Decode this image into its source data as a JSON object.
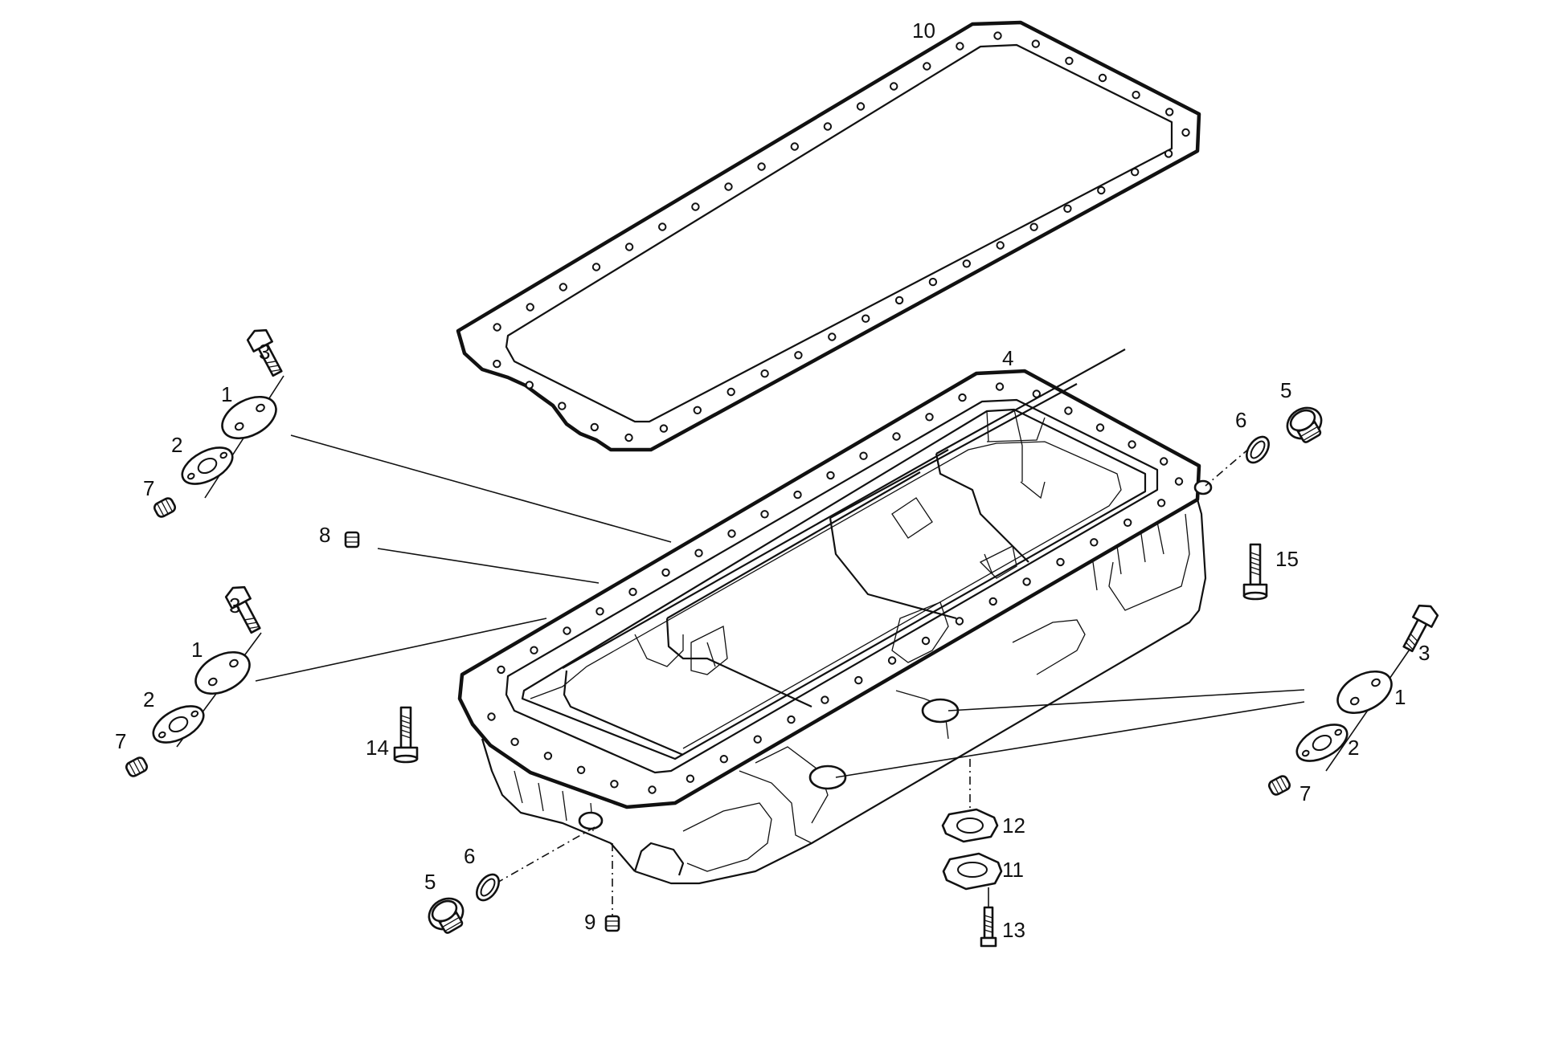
{
  "diagram": {
    "callouts": [
      {
        "id": "c10",
        "text": "10"
      },
      {
        "id": "c4",
        "text": "4"
      },
      {
        "id": "c3a",
        "text": "3"
      },
      {
        "id": "c1a",
        "text": "1"
      },
      {
        "id": "c2a",
        "text": "2"
      },
      {
        "id": "c7a",
        "text": "7"
      },
      {
        "id": "c8",
        "text": "8"
      },
      {
        "id": "c3b",
        "text": "3"
      },
      {
        "id": "c1b",
        "text": "1"
      },
      {
        "id": "c2b",
        "text": "2"
      },
      {
        "id": "c7b",
        "text": "7"
      },
      {
        "id": "c14",
        "text": "14"
      },
      {
        "id": "c5a",
        "text": "5"
      },
      {
        "id": "c6a",
        "text": "6"
      },
      {
        "id": "c9",
        "text": "9"
      },
      {
        "id": "c12",
        "text": "12"
      },
      {
        "id": "c11",
        "text": "11"
      },
      {
        "id": "c13",
        "text": "13"
      },
      {
        "id": "c6b",
        "text": "6"
      },
      {
        "id": "c5b",
        "text": "5"
      },
      {
        "id": "c15",
        "text": "15"
      },
      {
        "id": "c3c",
        "text": "3"
      },
      {
        "id": "c1c",
        "text": "1"
      },
      {
        "id": "c2c",
        "text": "2"
      },
      {
        "id": "c7c",
        "text": "7"
      }
    ]
  }
}
